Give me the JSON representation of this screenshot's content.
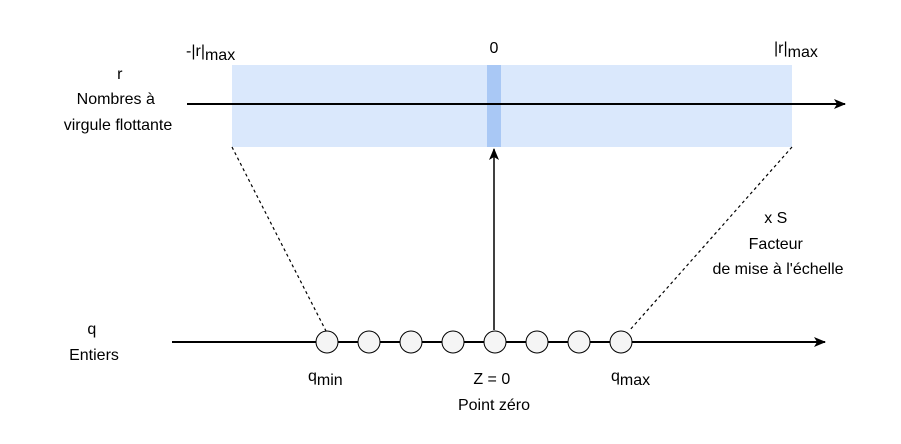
{
  "colors": {
    "band_fill": "#dae8fc",
    "zero_band": "#a9c8f5",
    "line": "#000000",
    "circle_fill": "#f5f5f5",
    "circle_stroke": "#000000"
  },
  "top": {
    "neg_max_prefix": "-|r|",
    "neg_max_sub": "max",
    "zero_label": "0",
    "pos_max_prefix": "|r|",
    "pos_max_sub": "max",
    "axis_label_line1": "r",
    "axis_label_line2": "Nombres à",
    "axis_label_line3": "virgule flottante"
  },
  "bottom": {
    "axis_label_line1": "q",
    "axis_label_line2": "Entiers",
    "qmin_prefix": "q",
    "qmin_sub": "min",
    "qmax_prefix": "q",
    "qmax_sub": "max",
    "zero_line1": "Z = 0",
    "zero_line2": "Point zéro",
    "integer_count": 8
  },
  "scale": {
    "line1": "x S",
    "line2": "Facteur",
    "line3": "de mise à l'échelle"
  }
}
